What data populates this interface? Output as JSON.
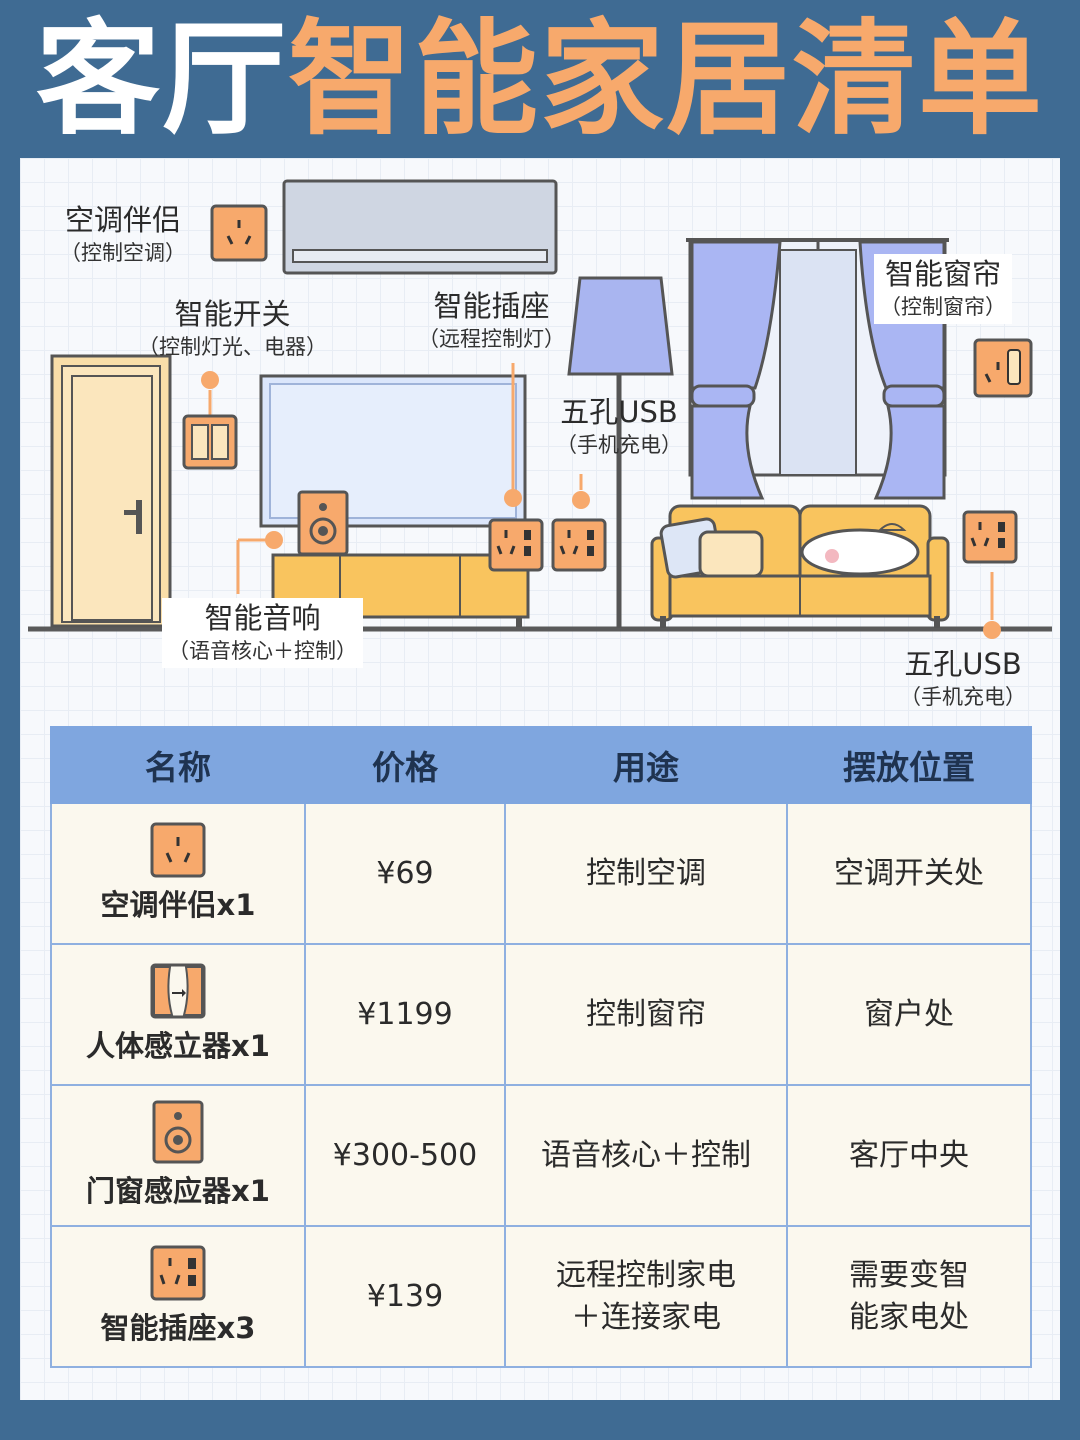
{
  "title": {
    "white": "客厅",
    "orange": "智能家居清单"
  },
  "scene": {
    "labels": [
      {
        "id": "ac-companion",
        "main": "空调伴侣",
        "sub": "（控制空调）"
      },
      {
        "id": "smart-switch",
        "main": "智能开关",
        "sub": "（控制灯光、电器）"
      },
      {
        "id": "smart-socket",
        "main": "智能插座",
        "sub": "（远程控制灯）"
      },
      {
        "id": "usb-socket-1",
        "main": "五孔USB",
        "sub": "（手机充电）"
      },
      {
        "id": "smart-curtain",
        "main": "智能窗帘",
        "sub": "（控制窗帘）"
      },
      {
        "id": "smart-speaker",
        "main": "智能音响",
        "sub": "（语音核心＋控制）"
      },
      {
        "id": "usb-socket-2",
        "main": "五孔USB",
        "sub": "（手机充电）"
      }
    ]
  },
  "table": {
    "headers": [
      "名称",
      "价格",
      "用途",
      "摆放位置"
    ],
    "rows": [
      {
        "icon": "ac-socket-icon",
        "name": "空调伴侣x1",
        "price": "¥69",
        "use": "控制空调",
        "place": "空调开关处"
      },
      {
        "icon": "curtain-icon",
        "name": "人体感立器x1",
        "price": "¥1199",
        "use": "控制窗帘",
        "place": "窗户处"
      },
      {
        "icon": "speaker-icon",
        "name": "门窗感应器x1",
        "price": "¥300-500",
        "use": "语音核心＋控制",
        "place": "客厅中央"
      },
      {
        "icon": "usb-socket-icon",
        "name": "智能插座x3",
        "price": "¥139",
        "use_line1": "远程控制家电",
        "use_line2": "＋连接家电",
        "place_line1": "需要变智",
        "place_line2": "能家电处"
      }
    ]
  },
  "colors": {
    "background": "#3f6b93",
    "accent": "#f7a96c",
    "header": "#7fa6df",
    "cell": "#fbf8ee"
  }
}
